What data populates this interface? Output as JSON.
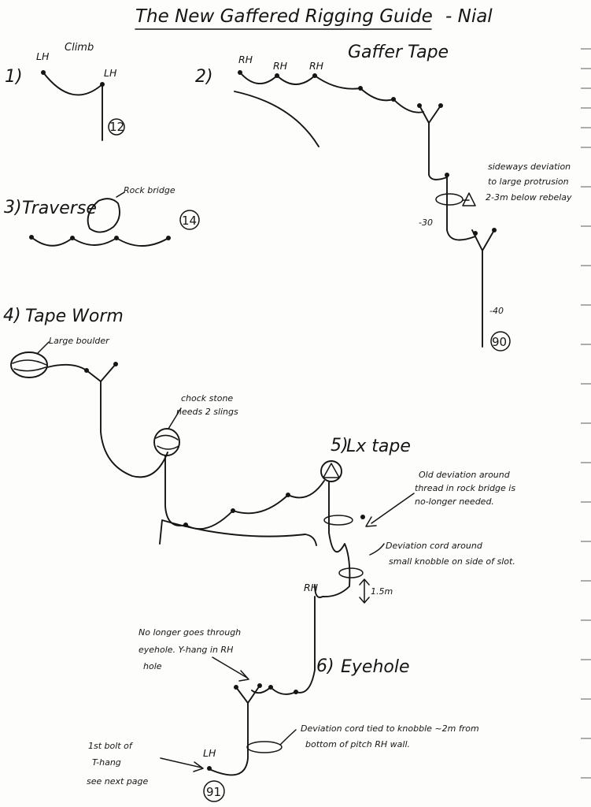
{
  "title": "The New Gaffered Rigging Guide",
  "author": "- Nial",
  "sections": {
    "s1": {
      "number": "1)",
      "name": "Climb",
      "labels": [
        "LH",
        "LH"
      ],
      "pitch": "12"
    },
    "s2": {
      "number": "2)",
      "name": "Gaffer Tape",
      "labels": [
        "RH",
        "RH",
        "RH"
      ],
      "depths": [
        "-30",
        "-40"
      ],
      "pitch": "90",
      "note": [
        "sideways deviation",
        "to large protrusion",
        "2-3m below rebelay"
      ]
    },
    "s3": {
      "number": "3)",
      "name": "Traverse",
      "feature": "Rock bridge",
      "pitch": "14"
    },
    "s4": {
      "number": "4)",
      "name": "Tape Worm",
      "feature1": "Large boulder",
      "feature2": [
        "chock stone",
        "needs 2 slings"
      ]
    },
    "s5": {
      "number": "5)",
      "name": "Lx tape",
      "note1": [
        "Old deviation around",
        "thread in rock bridge is",
        "no-longer needed."
      ],
      "note2": [
        "Deviation cord around",
        "small knobble on side of slot."
      ],
      "label": "RH",
      "measure": "1.5m"
    },
    "s6": {
      "number": "6)",
      "name": "Eyehole",
      "note1": [
        "No longer goes through",
        "eyehole. Y-hang in RH",
        "hole"
      ],
      "note2": [
        "Deviation cord tied to knobble ~2m from",
        "bottom of pitch RH wall."
      ],
      "note3": [
        "1st bolt of",
        "T-hang",
        "see next page"
      ],
      "label": "LH",
      "pitch": "91"
    }
  }
}
